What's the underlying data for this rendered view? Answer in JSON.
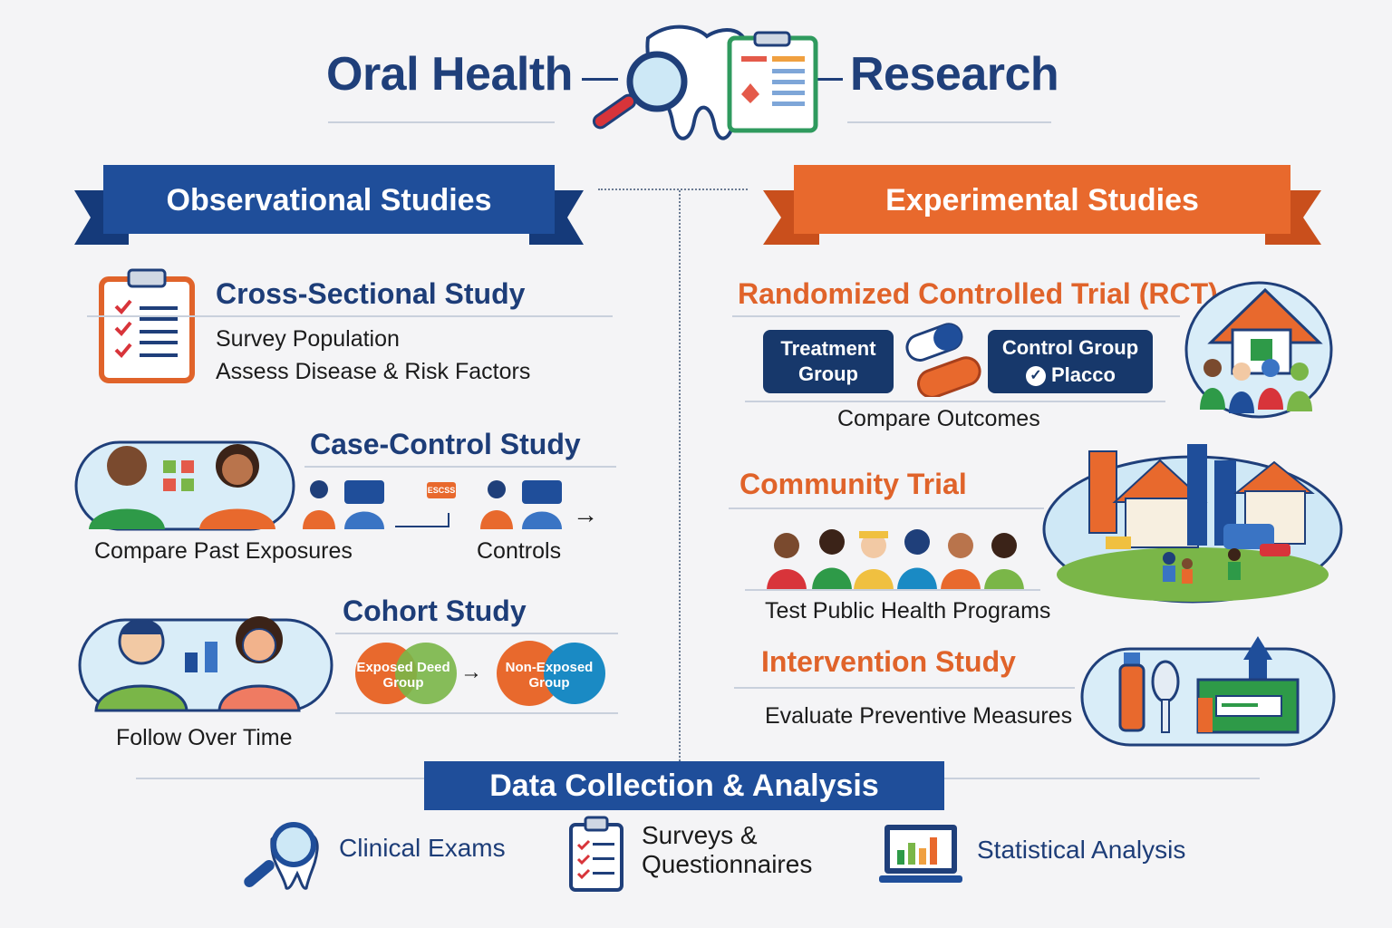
{
  "header": {
    "title_left": "Oral Health",
    "title_right": "Research"
  },
  "observational": {
    "banner": "Observational Studies",
    "cross_sectional": {
      "title": "Cross-Sectional Study",
      "line1": "Survey Population",
      "line2": "Assess Disease & Risk Factors"
    },
    "case_control": {
      "title": "Case-Control Study",
      "caption_left": "Compare Past Exposures",
      "caption_right": "Controls",
      "tag": "ESCSS"
    },
    "cohort": {
      "title": "Cohort Study",
      "caption": "Follow Over Time",
      "exposed_label": "Exposed Deed Group",
      "nonexposed_label": "Non-Exposed Group"
    }
  },
  "experimental": {
    "banner": "Experimental Studies",
    "rct": {
      "title": "Randomized Controlled Trial (RCT)",
      "treatment_label": "Treatment Group",
      "control_label": "Control Group",
      "control_sub": "Placco",
      "caption": "Compare Outcomes"
    },
    "community": {
      "title": "Community Trial",
      "caption": "Test Public Health Programs"
    },
    "intervention": {
      "title": "Intervention Study",
      "caption": "Evaluate Preventive Measures"
    }
  },
  "data_section": {
    "banner": "Data Collection & Analysis",
    "items": [
      {
        "label": "Clinical Exams",
        "icon": "magnifier-tooth-icon"
      },
      {
        "label": "Surveys & Questionnaires",
        "icon": "clipboard-icon"
      },
      {
        "label": "Statistical Analysis",
        "icon": "monitor-chart-icon"
      }
    ]
  },
  "colors": {
    "blue": "#1f4e9a",
    "navy": "#1d3d78",
    "orange": "#e0632a"
  }
}
